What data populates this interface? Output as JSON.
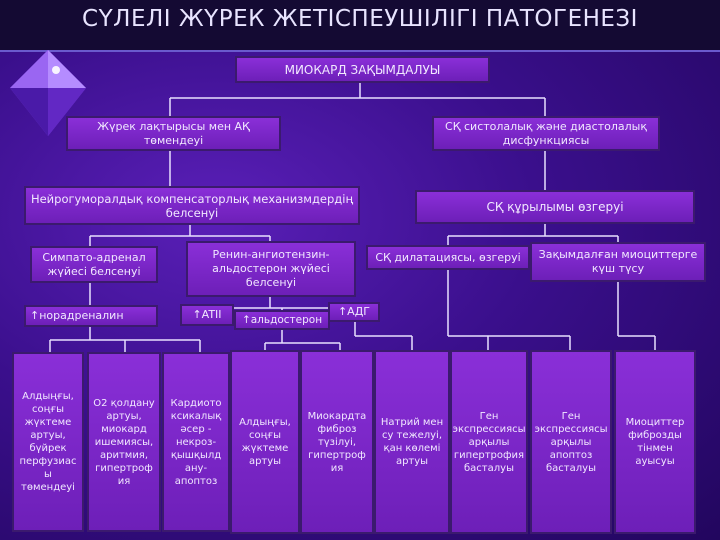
{
  "title": "СҮЛЕЛІ ЖҮРЕК ЖЕТІСПЕУШІЛІГІ ПАТОГЕНЕЗІ",
  "root": "МИОКАРД ЗАҚЫМДАЛУЫ",
  "level2_left": "Жүрек лақтырысы мен АҚ төмендеуі",
  "level2_right": "СҚ систолалық және диастолалық дисфункциясы",
  "neuro": "Нейрогуморалдық компенсаторлық механизмдердің белсенуі",
  "remodel": "СҚ құрылымы өзгеруі",
  "sympatho": "Симпато-адренал жүйесі белсенуі",
  "raas": "Ренин-ангиотензин-альдостерон жүйесі белсенуі",
  "dilatation": "СҚ дилатациясы, өзгеруі",
  "overload": "Зақымдалған миоциттерге күш түсу",
  "norad": "↑норадреналин",
  "atii": "↑ATII",
  "aldo": "↑альдостерон",
  "adh": "↑АДГ",
  "effects": [
    "Алдыңғы, соңғы жүктеме артуы, бүйрек перфузиас ы төмендеуі",
    "О2 қолдану артуы, миокард ишемиясы, аритмия, гипертроф ия",
    "Кардиото ксикалық әсер - некроз-қышқылд ану-апоптоз",
    "Алдыңғы, соңғы жүктеме артуы",
    "Миокардта фиброз түзілуі, гипертроф ия",
    "Натрий мен су тежелуі, қан көлемі артуы",
    "Ген экспрессиясы арқылы гипертрофия басталуы",
    "Ген экспрессиясы арқылы апоптоз басталуы",
    "Миоциттер фиброзды тінмен ауысуы"
  ],
  "colors": {
    "box": "#7a27c8",
    "background": "#3a0f8c",
    "line": "#e8e0ff"
  }
}
